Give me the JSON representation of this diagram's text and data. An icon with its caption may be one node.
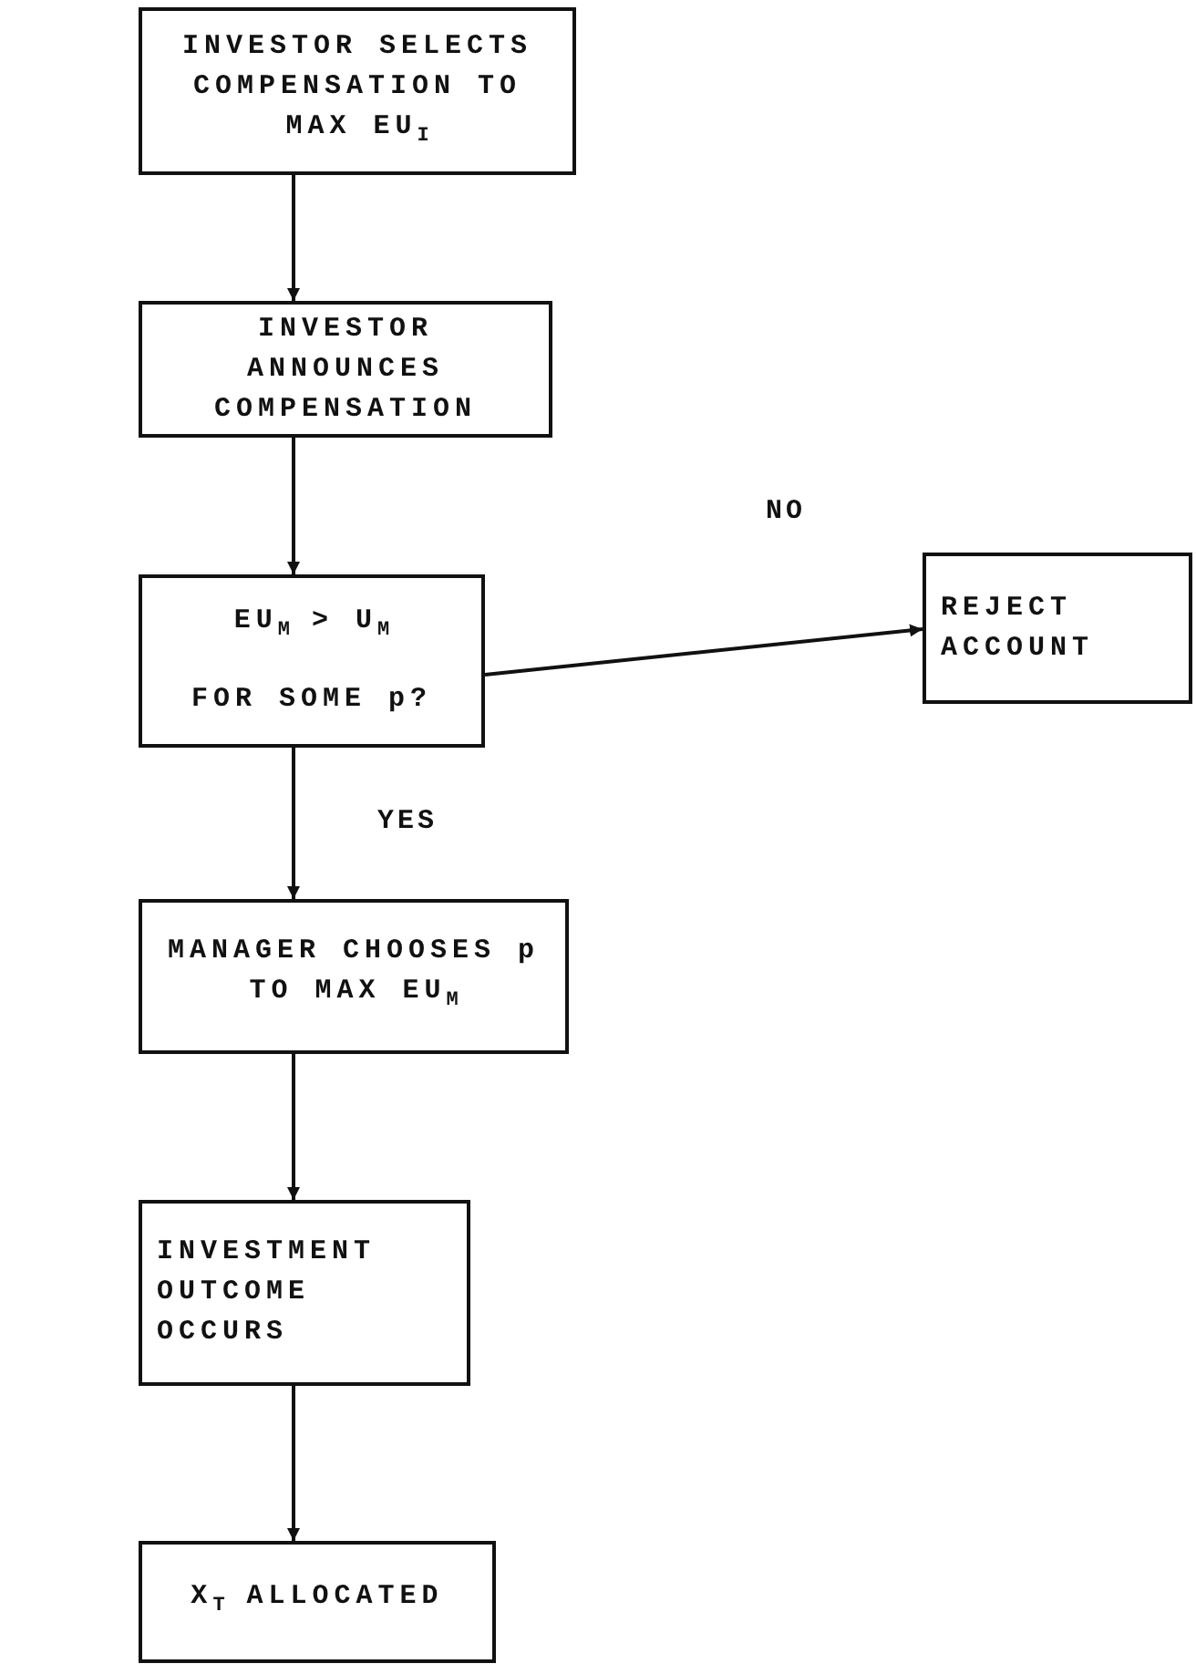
{
  "diagram": {
    "nodes": [
      {
        "text": [
          "INVESTOR SELECTS COMPENSATION TO MAX EU$_{I}$"
        ]
      },
      {
        "text": [
          "INVESTOR ANNOUNCES COMPENSATION"
        ]
      },
      {
        "text": [
          "EU$_{M}$ > U$_{M}$",
          "FOR SOME p?"
        ]
      },
      {
        "text": [
          "REJECT ACCOUNT"
        ]
      },
      {
        "text": [
          "MANAGER CHOOSES p TO MAX EU$_{M}$"
        ]
      },
      {
        "text": [
          "INVESTMENT OUTCOME OCCURS"
        ]
      },
      {
        "text": [
          "X$_{T}$ ALLOCATED"
        ]
      }
    ],
    "edges": [
      {
        "from": 0,
        "to": 1,
        "arrow": "to"
      },
      {
        "from": 1,
        "to": 2,
        "arrow": "to"
      },
      {
        "from": 2,
        "to": 3,
        "arrow": "to",
        "label": "NO"
      },
      {
        "from": 2,
        "to": 4,
        "arrow": "to",
        "label": "YES"
      },
      {
        "from": 4,
        "to": 5,
        "arrow": "to"
      },
      {
        "from": 5,
        "to": 6,
        "arrow": "to"
      }
    ]
  }
}
